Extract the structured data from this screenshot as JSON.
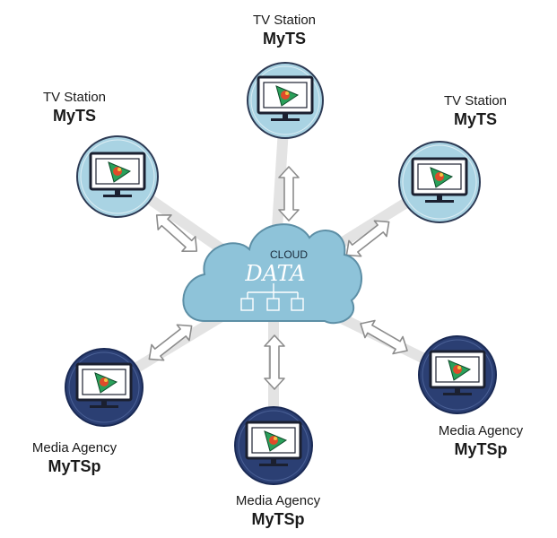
{
  "colors": {
    "station_fill": "#a9d3e3",
    "station_stroke": "#2d3b55",
    "agency_fill": "#2b3f73",
    "agency_stroke": "#1a2a55",
    "cloud_fill": "#8ec3d9",
    "cloud_stroke": "#5d8fa6",
    "arrow_fill": "#ffffff",
    "arrow_stroke": "#8c8c8c",
    "connector": "#e3e3e3"
  },
  "cloud": {
    "label_top": "CLOUD",
    "label_main": "DATA"
  },
  "tv_stations": [
    {
      "role": "TV Station",
      "name": "MyTS",
      "icon": "monitor-icon"
    },
    {
      "role": "TV Station",
      "name": "MyTS",
      "icon": "monitor-icon"
    },
    {
      "role": "TV Station",
      "name": "MyTS",
      "icon": "monitor-icon"
    }
  ],
  "media_agencies": [
    {
      "role": "Media Agency",
      "name": "MyTSp",
      "icon": "monitor-icon"
    },
    {
      "role": "Media Agency",
      "name": "MyTSp",
      "icon": "monitor-icon"
    },
    {
      "role": "Media Agency",
      "name": "MyTSp",
      "icon": "monitor-icon"
    }
  ]
}
